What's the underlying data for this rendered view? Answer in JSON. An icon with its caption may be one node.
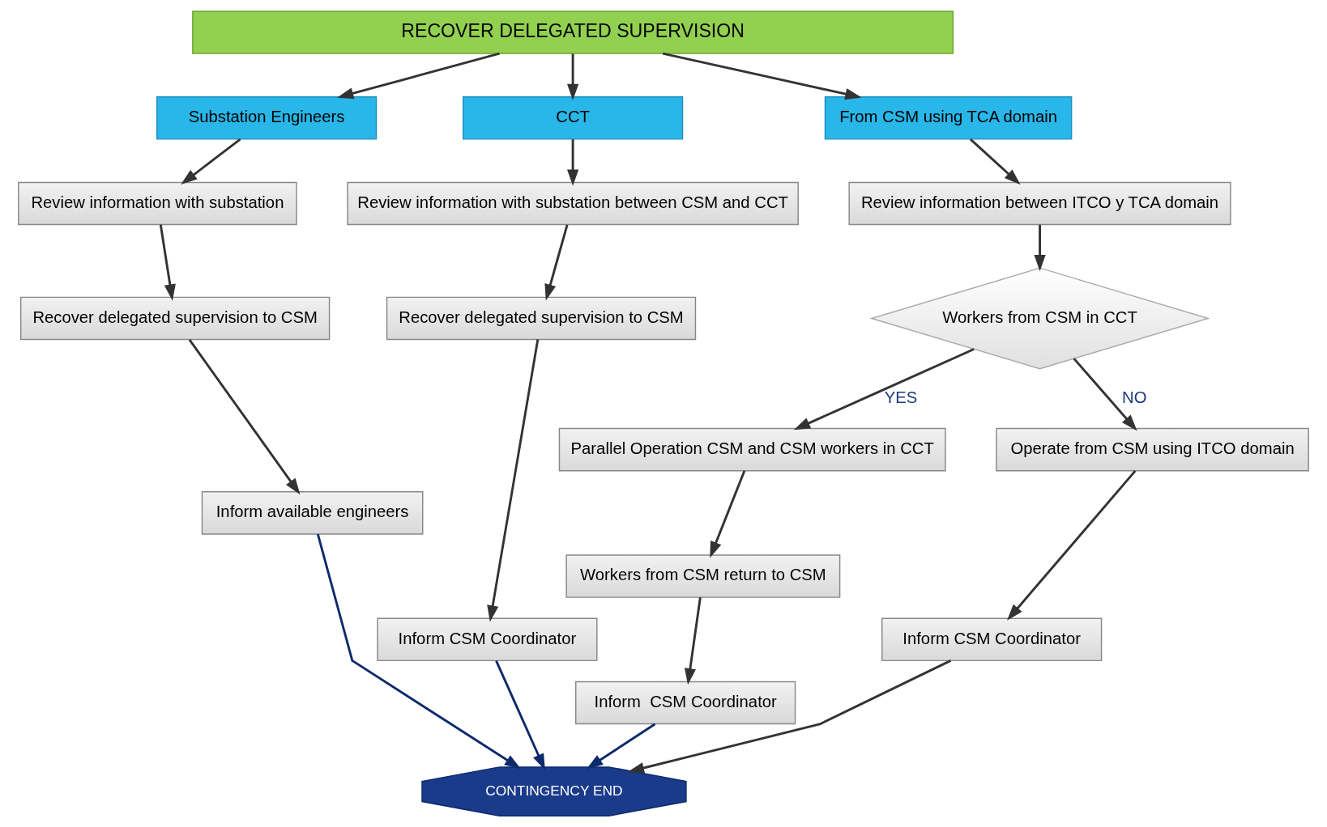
{
  "diagram": {
    "nodes": [
      {
        "text": [
          "RECOVER DELEGATED SUPERVISION"
        ]
      },
      {
        "text": [
          "Substation Engineers"
        ]
      },
      {
        "text": [
          "CCT"
        ]
      },
      {
        "text": [
          "From CSM using TCA domain"
        ]
      },
      {
        "text": [
          "Review information with substation"
        ]
      },
      {
        "text": [
          "Recover delegated supervision to CSM"
        ]
      },
      {
        "text": [
          "Inform available engineers"
        ]
      },
      {
        "text": [
          "Review information with substation between CSM and CCT"
        ]
      },
      {
        "text": [
          "Recover delegated supervision to CSM"
        ]
      },
      {
        "text": [
          "Inform CSM Coordinator"
        ]
      },
      {
        "text": [
          "Review information between ITCO y TCA domain"
        ]
      },
      {
        "text": [
          "Workers from CSM in CCT"
        ]
      },
      {
        "text": [
          "Parallel Operation CSM and CSM workers in CCT"
        ]
      },
      {
        "text": [
          "Operate from CSM using ITCO domain"
        ]
      },
      {
        "text": [
          "Workers from CSM return to CSM"
        ]
      },
      {
        "text": [
          "Inform CSM Coordinator"
        ]
      },
      {
        "text": [
          "Inform  CSM Coordinator"
        ]
      },
      {
        "text": [
          "CONTINGENCY END"
        ]
      }
    ],
    "edges": [
      {
        "from": 0,
        "to": 1,
        "arrow": "to"
      },
      {
        "from": 0,
        "to": 2,
        "arrow": "to"
      },
      {
        "from": 0,
        "to": 3,
        "arrow": "to"
      },
      {
        "from": 1,
        "to": 4,
        "arrow": "to"
      },
      {
        "from": 4,
        "to": 5,
        "arrow": "to"
      },
      {
        "from": 5,
        "to": 6,
        "arrow": "to"
      },
      {
        "from": 2,
        "to": 7,
        "arrow": "to"
      },
      {
        "from": 7,
        "to": 8,
        "arrow": "to"
      },
      {
        "from": 8,
        "to": 9,
        "arrow": "to"
      },
      {
        "from": 3,
        "to": 10,
        "arrow": "to"
      },
      {
        "from": 10,
        "to": 11,
        "arrow": "to"
      },
      {
        "from": 11,
        "to": 12,
        "arrow": "to",
        "label": "YES"
      },
      {
        "from": 11,
        "to": 13,
        "arrow": "to",
        "label": "NO"
      },
      {
        "from": 13,
        "to": 15,
        "arrow": "to"
      },
      {
        "from": 12,
        "to": 14,
        "arrow": "to"
      },
      {
        "from": 14,
        "to": 16,
        "arrow": "to"
      },
      {
        "from": 15,
        "to": 17,
        "arrow": "to"
      },
      {
        "from": 6,
        "to": 17,
        "arrow": "to",
        "color": "#0d2a6b"
      },
      {
        "from": 9,
        "to": 17,
        "arrow": "to",
        "color": "#0d2a6b"
      },
      {
        "from": 16,
        "to": 17,
        "arrow": "to",
        "color": "#0d2a6b"
      }
    ]
  }
}
